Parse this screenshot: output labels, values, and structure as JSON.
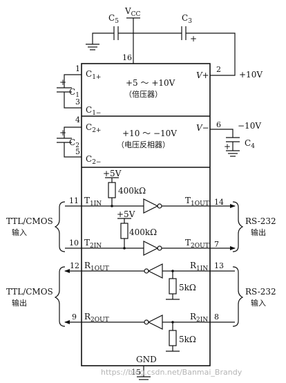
{
  "power": {
    "vcc": "V",
    "vcc_sub": "CC",
    "gnd": "GND"
  },
  "capacitors": {
    "c1": "C",
    "c1_sub": "1",
    "c2": "C",
    "c2_sub": "2",
    "c3": "C",
    "c3_sub": "3",
    "c4": "C",
    "c4_sub": "4",
    "c5": "C",
    "c5_sub": "5",
    "plus": "+"
  },
  "pins": {
    "p1": "1",
    "p2": "2",
    "p3": "3",
    "p4": "4",
    "p5": "5",
    "p6": "6",
    "p7": "7",
    "p8": "8",
    "p9": "9",
    "p10": "10",
    "p11": "11",
    "p12": "12",
    "p13": "13",
    "p14": "14",
    "p15": "15",
    "p16": "16"
  },
  "chip": {
    "c1p": "C",
    "c1p_sub": "1+",
    "c1m": "C",
    "c1m_sub": "1−",
    "c2p": "C",
    "c2p_sub": "2+",
    "c2m": "C",
    "c2m_sub": "2−",
    "vplus": "V+",
    "vminus": "V−",
    "doubler_range": "+5 ～ +10V",
    "doubler_name": "（倍压器）",
    "inverter_range": "+10 ～ −10V",
    "inverter_name": "（电压反相器）"
  },
  "rails": {
    "vplus_value": "+10V",
    "vminus_value": "−10V"
  },
  "signals": {
    "t1in": "T",
    "t1in_sub": "1IN",
    "t2in": "T",
    "t2in_sub": "2IN",
    "t1out": "T",
    "t1out_sub": "1OUT",
    "t2out": "T",
    "t2out_sub": "2OUT",
    "r1out": "R",
    "r1out_sub": "1OUT",
    "r2out": "R",
    "r2out_sub": "2OUT",
    "r1in": "R",
    "r1in_sub": "1IN",
    "r2in": "R",
    "r2in_sub": "2IN"
  },
  "pullups": {
    "v1": "+5V",
    "v2": "+5V",
    "r1": "400kΩ",
    "r2": "400kΩ"
  },
  "pulldowns": {
    "r1": "5kΩ",
    "r2": "5kΩ"
  },
  "groups": {
    "ttl_in_1": "TTL/CMOS",
    "ttl_in_2": "输入",
    "ttl_out_1": "TTL/CMOS",
    "ttl_out_2": "输出",
    "rs_out_1": "RS-232",
    "rs_out_2": "输出",
    "rs_in_1": "RS-232",
    "rs_in_2": "输入"
  },
  "watermark": "https://blog.csdn.net/Banmai_Brandy"
}
